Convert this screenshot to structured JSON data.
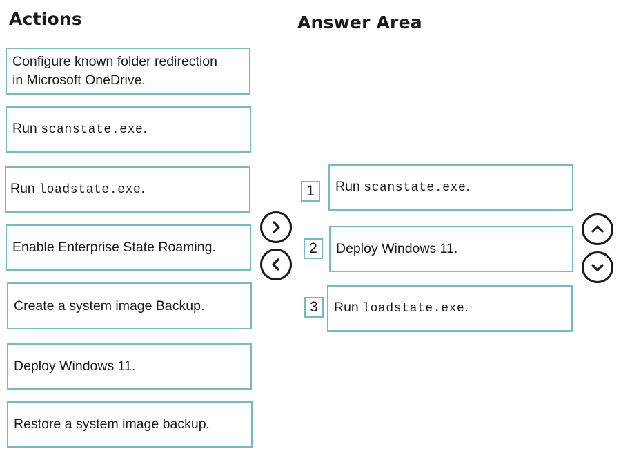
{
  "headings": {
    "actions": "Actions",
    "answer_area": "Answer Area"
  },
  "actions": [
    {
      "lines": [
        "Configure known folder redirection",
        "in Microsoft OneDrive."
      ]
    },
    {
      "prefix": "Run ",
      "code": "scanstate.exe",
      "suffix": "."
    },
    {
      "prefix": "Run ",
      "code": "loadstate.exe",
      "suffix": "."
    },
    {
      "text": "Enable Enterprise State Roaming."
    },
    {
      "text": "Create a system image Backup."
    },
    {
      "text": "Deploy Windows 11."
    },
    {
      "text": "Restore a system image backup."
    }
  ],
  "answers": [
    {
      "number": "1",
      "prefix": "Run ",
      "code": "scanstate.exe",
      "suffix": "."
    },
    {
      "number": "2",
      "text": "Deploy Windows 11."
    },
    {
      "number": "3",
      "prefix": "Run ",
      "code": "loadstate.exe",
      "suffix": "."
    }
  ],
  "controls": {
    "move_right_icon": "chevron-right-icon",
    "move_left_icon": "chevron-left-icon",
    "move_up_icon": "chevron-up-icon",
    "move_down_icon": "chevron-down-icon"
  }
}
